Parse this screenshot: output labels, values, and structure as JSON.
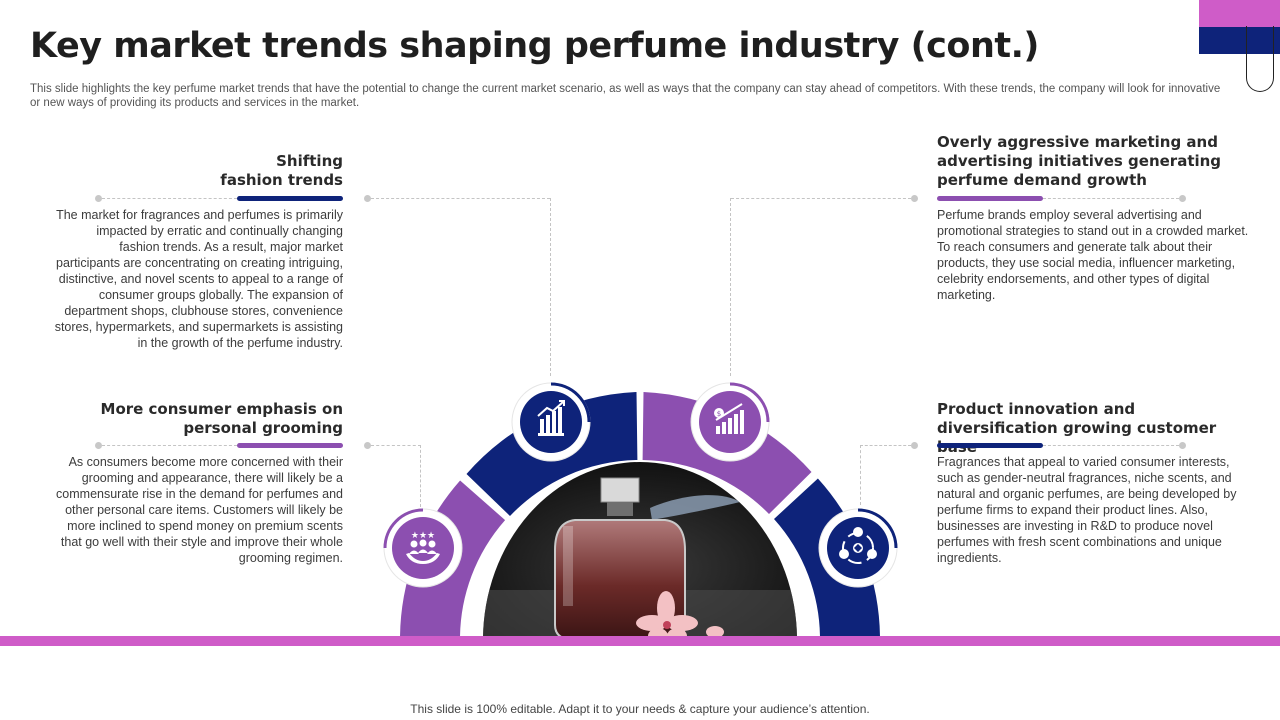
{
  "title": "Key market trends shaping perfume industry (cont.)",
  "subtitle": "This slide highlights the key perfume market trends that have the potential to change the current market scenario, as well as ways that the company can stay ahead of competitors. With these trends, the company will look for innovative or new ways of providing its products and services in the market.",
  "trends": {
    "top_left": {
      "heading_line1": "Shifting",
      "heading_line2": "fashion trends",
      "body": "The market for fragrances and perfumes is primarily impacted by erratic and continually changing fashion trends. As a result, major market participants are concentrating on creating intriguing, distinctive, and novel scents to appeal to a range of consumer groups globally. The expansion of department shops, clubhouse stores, convenience stores, hypermarkets, and supermarkets is assisting in the growth of the perfume industry."
    },
    "bottom_left": {
      "heading_line1": "More consumer emphasis on",
      "heading_line2": "personal grooming",
      "body": "As consumers become more concerned with their grooming and appearance, there will likely be a commensurate rise in the demand for perfumes and other personal care items. Customers will likely be more inclined to spend money on premium scents that go well with their style and improve their whole grooming regimen."
    },
    "top_right": {
      "heading": "Overly aggressive marketing and advertising initiatives generating perfume demand growth",
      "body": "Perfume brands employ several advertising and promotional strategies to stand out in a crowded market. To reach consumers and generate talk about their products, they use social media, influencer marketing, celebrity endorsements, and other types of digital marketing."
    },
    "bottom_right": {
      "heading": "Product innovation and diversification growing customer base",
      "body": "Fragrances that appeal to varied consumer interests, such as gender-neutral fragrances, niche scents, and natural and organic perfumes, are being developed by perfume firms to expand their product lines. Also, businesses are investing in R&D to produce novel perfumes with fresh scent combinations and unique ingredients."
    }
  },
  "icons": {
    "top_left": "growth-chart-hand-icon",
    "top_right": "bar-chart-growth-icon",
    "bottom_left": "customers-rating-icon",
    "bottom_right": "product-cycle-icon"
  },
  "colors": {
    "navy": "#0e237a",
    "purple": "#8c4fb0",
    "pink": "#cf5cc8"
  },
  "footer": "This slide is 100% editable. Adapt it to your needs & capture your audience’s attention."
}
